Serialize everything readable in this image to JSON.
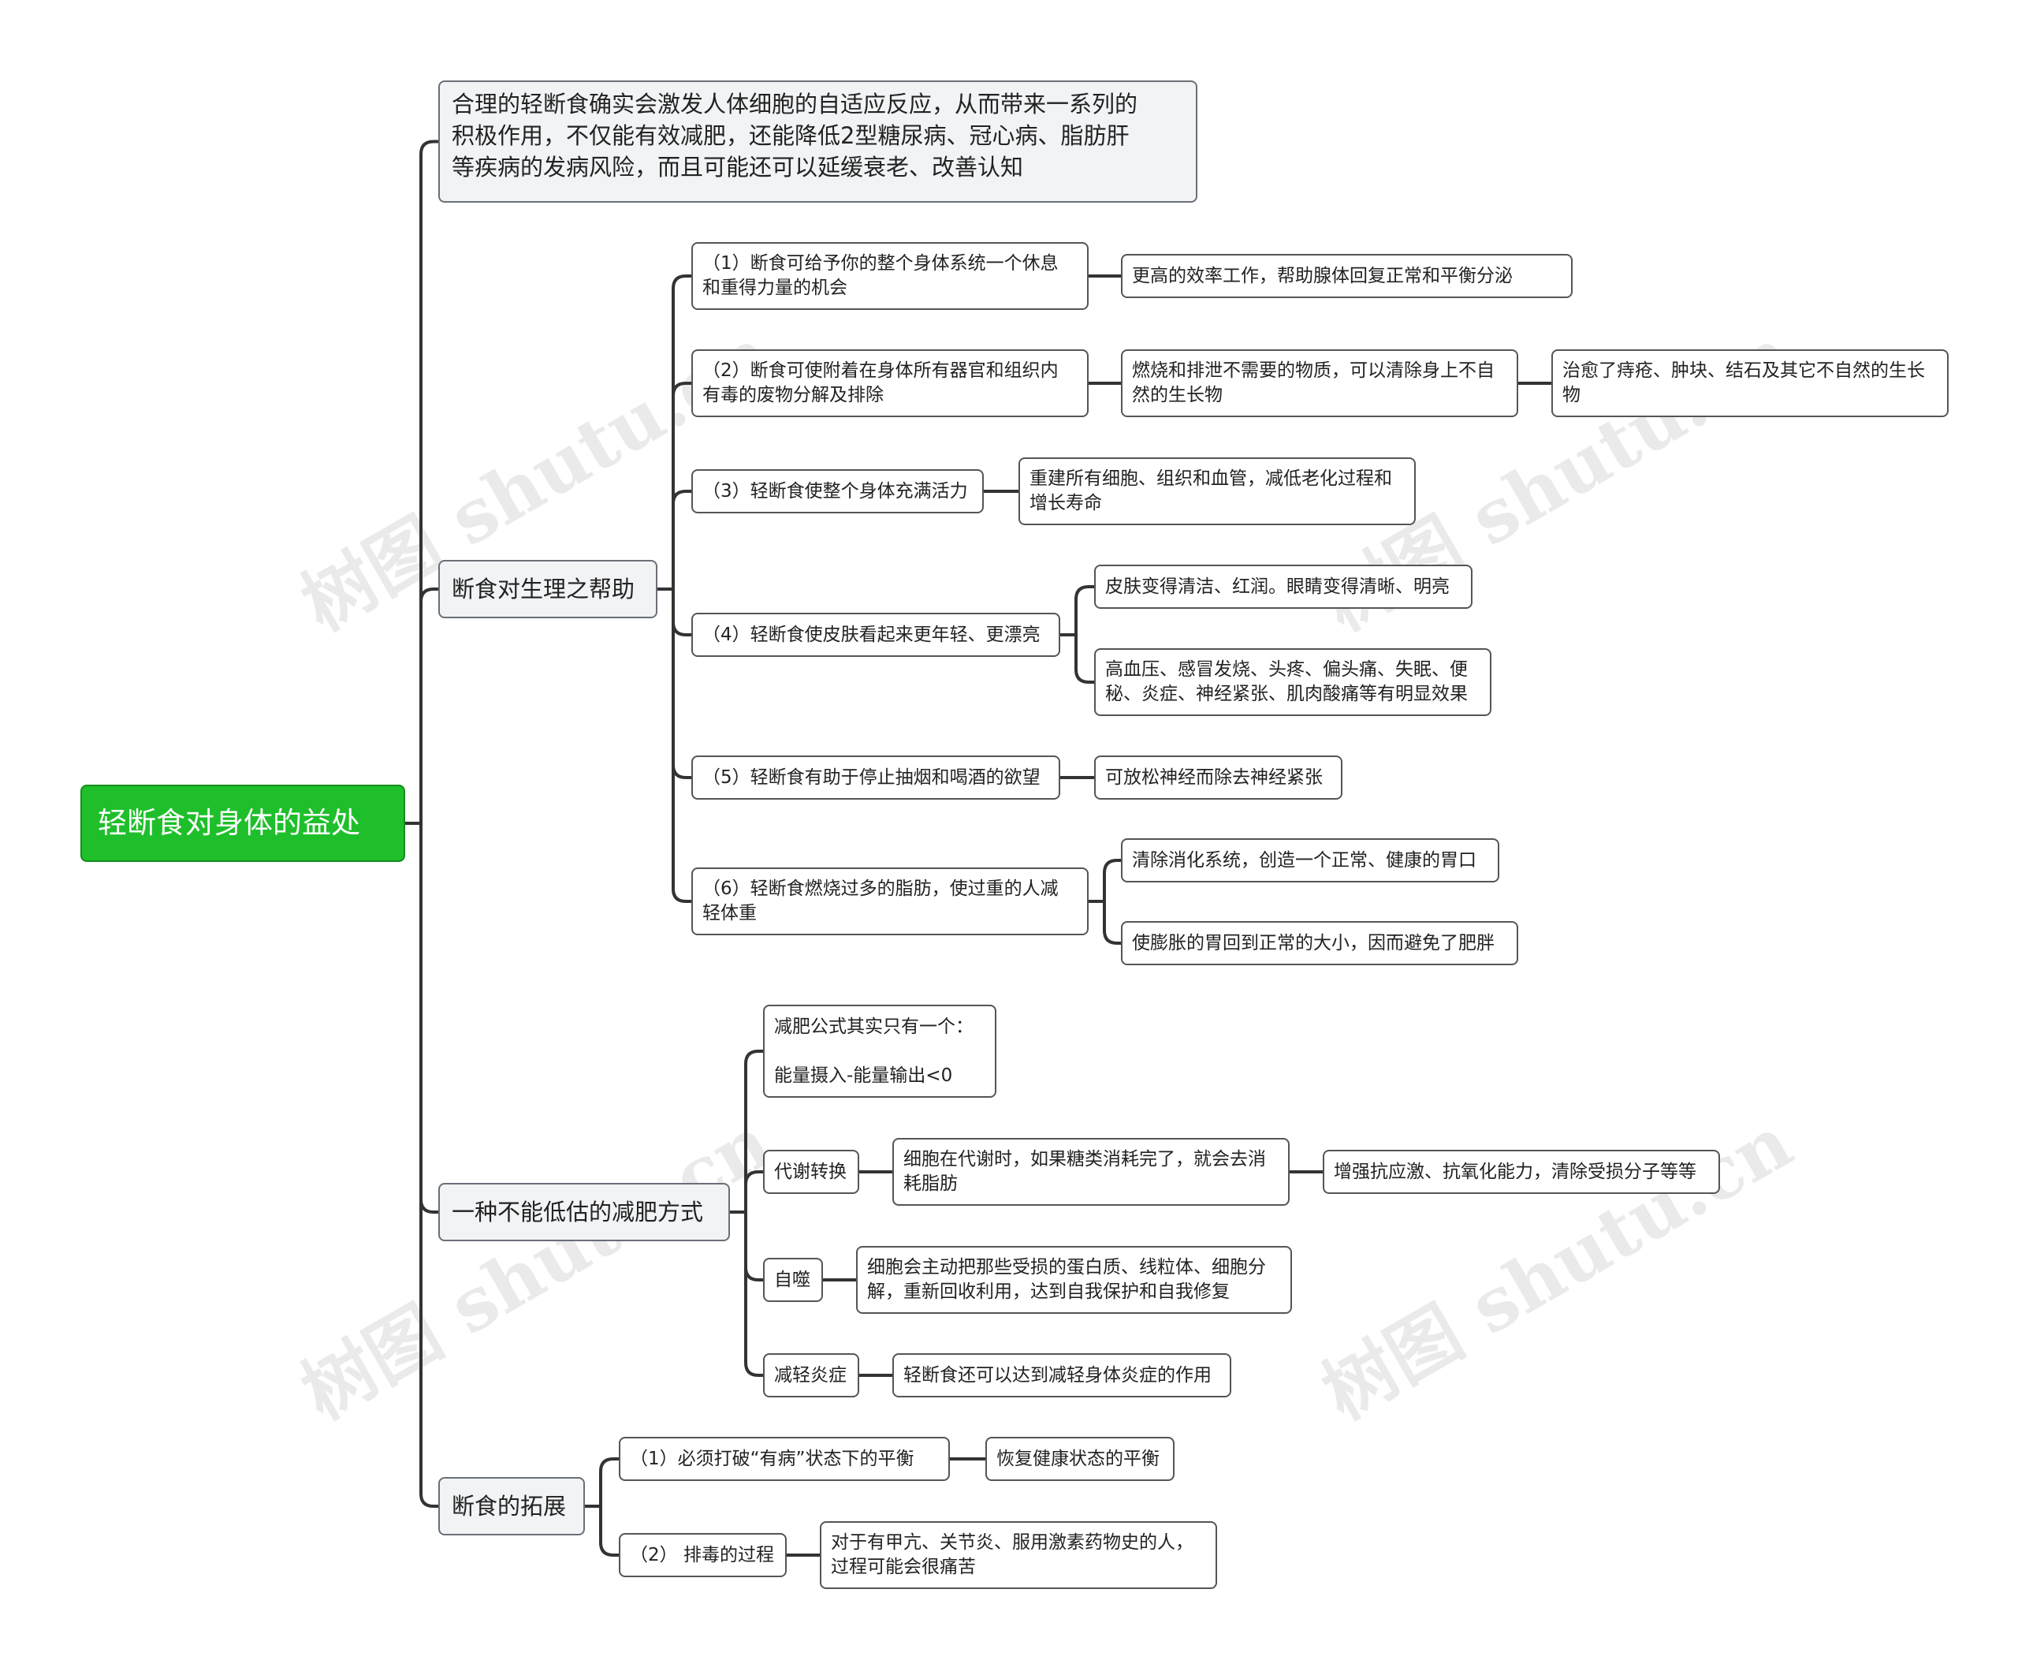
{
  "root": {
    "label": "轻断食对身体的益处"
  },
  "intro": {
    "text": "合理的轻断食确实会激发人体细胞的自适应反应，从而带来一系列的\n积极作用，不仅能有效减肥，还能降低2型糖尿病、冠心病、脂肪肝\n等疾病的发病风险，而且可能还可以延缓衰老、改善认知"
  },
  "physiology": {
    "label": "断食对生理之帮助",
    "items": [
      {
        "label": "（1）断食可给予你的整个身体系统一个休息\n和重得力量的机会",
        "child": "更高的效率工作，帮助腺体回复正常和平衡分泌"
      },
      {
        "label": "（2）断食可使附着在身体所有器官和组织内\n有毒的废物分解及排除",
        "child": "燃烧和排泄不需要的物质，可以清除身上不自\n然的生长物",
        "grandchild": "治愈了痔疮、肿块、结石及其它不自然的生长\n物"
      },
      {
        "label": "（3）轻断食使整个身体充满活力",
        "child": "重建所有细胞、组织和血管，减低老化过程和\n增长寿命"
      },
      {
        "label": "（4）轻断食使皮肤看起来更年轻、更漂亮",
        "children": [
          "皮肤变得清洁、红润。眼睛变得清晰、明亮",
          "高血压、感冒发烧、头疼、偏头痛、失眠、便\n秘、炎症、神经紧张、肌肉酸痛等有明显效果"
        ]
      },
      {
        "label": "（5）轻断食有助于停止抽烟和喝酒的欲望",
        "child": "可放松神经而除去神经紧张"
      },
      {
        "label": "（6）轻断食燃烧过多的脂肪，使过重的人减\n轻体重",
        "children": [
          "清除消化系统，创造一个正常、健康的胃口",
          "使膨胀的胃回到正常的大小，因而避免了肥胖"
        ]
      }
    ]
  },
  "weightloss": {
    "label": "一种不能低估的减肥方式",
    "formula": "减肥公式其实只有一个：\n\n能量摄入-能量输出<0",
    "items": [
      {
        "label": "代谢转换",
        "child": "细胞在代谢时，如果糖类消耗完了，就会去消\n耗脂肪",
        "grandchild": "增强抗应激、抗氧化能力，清除受损分子等等"
      },
      {
        "label": "自噬",
        "child": "细胞会主动把那些受损的蛋白质、线粒体、细胞分\n解，重新回收利用，达到自我保护和自我修复"
      },
      {
        "label": "减轻炎症",
        "child": "轻断食还可以达到减轻身体炎症的作用"
      }
    ]
  },
  "extension": {
    "label": "断食的拓展",
    "items": [
      {
        "label": "（1）必须打破“有病”状态下的平衡",
        "child": "恢复健康状态的平衡"
      },
      {
        "label": "（2） 排毒的过程",
        "child": "对于有甲亢、关节炎、服用激素药物史的人，\n过程可能会很痛苦"
      }
    ]
  },
  "watermark": "树图 shutu.cn",
  "colors": {
    "root_bg": "#1fbf2b",
    "l1_bg": "#f1f3f5",
    "line": "#333333"
  }
}
